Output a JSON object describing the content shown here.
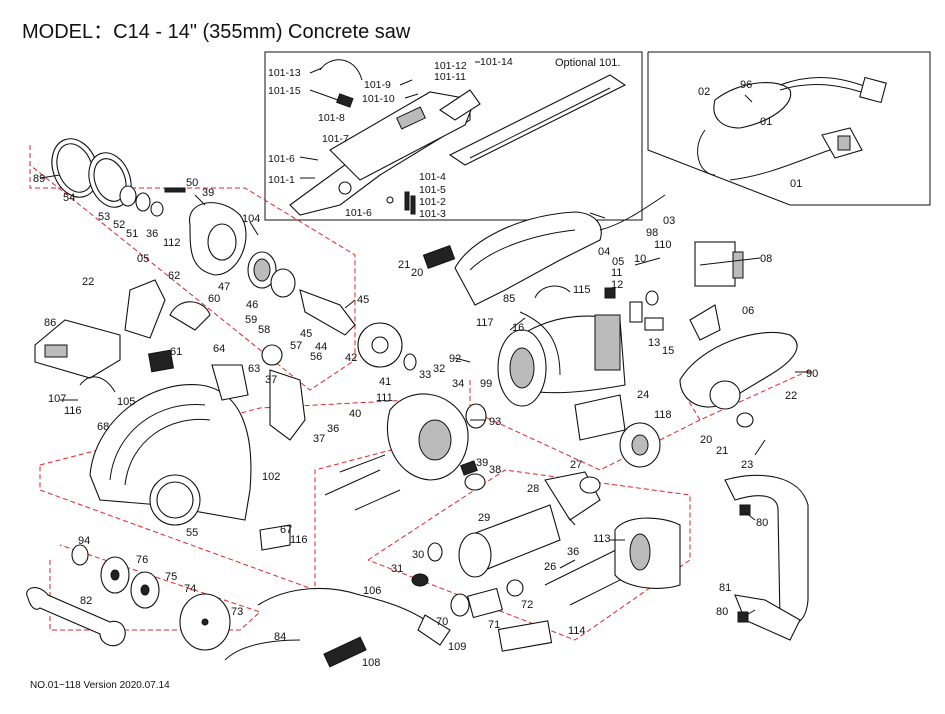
{
  "title": "MODEL：C14 - 14\" (355mm) Concrete saw",
  "version": "NO.01~118  Version 2020.07.14",
  "optional_label": "Optional 101.",
  "parts": [
    {
      "no": "101-13"
    },
    {
      "no": "101-15"
    },
    {
      "no": "101-9"
    },
    {
      "no": "101-10"
    },
    {
      "no": "101-12"
    },
    {
      "no": "101-14"
    },
    {
      "no": "101-11"
    },
    {
      "no": "101-8"
    },
    {
      "no": "101-7"
    },
    {
      "no": "101-6"
    },
    {
      "no": "101-1"
    },
    {
      "no": "101-6b",
      "text": "101-6"
    },
    {
      "no": "101-4"
    },
    {
      "no": "101-5"
    },
    {
      "no": "101-2"
    },
    {
      "no": "101-3"
    },
    {
      "no": "96"
    },
    {
      "no": "02"
    },
    {
      "no": "01a",
      "text": "01"
    },
    {
      "no": "01b",
      "text": "01"
    },
    {
      "no": "89"
    },
    {
      "no": "54"
    },
    {
      "no": "53"
    },
    {
      "no": "52"
    },
    {
      "no": "51"
    },
    {
      "no": "50"
    },
    {
      "no": "39a",
      "text": "39"
    },
    {
      "no": "36a",
      "text": "36"
    },
    {
      "no": "112"
    },
    {
      "no": "104"
    },
    {
      "no": "05a",
      "text": "05"
    },
    {
      "no": "22a",
      "text": "22"
    },
    {
      "no": "62"
    },
    {
      "no": "47"
    },
    {
      "no": "46"
    },
    {
      "no": "45a",
      "text": "45"
    },
    {
      "no": "60"
    },
    {
      "no": "59"
    },
    {
      "no": "58"
    },
    {
      "no": "86"
    },
    {
      "no": "45b",
      "text": "45"
    },
    {
      "no": "44"
    },
    {
      "no": "57"
    },
    {
      "no": "56"
    },
    {
      "no": "61"
    },
    {
      "no": "64"
    },
    {
      "no": "63"
    },
    {
      "no": "37a",
      "text": "37"
    },
    {
      "no": "42"
    },
    {
      "no": "41"
    },
    {
      "no": "33"
    },
    {
      "no": "32"
    },
    {
      "no": "92"
    },
    {
      "no": "34"
    },
    {
      "no": "99"
    },
    {
      "no": "107"
    },
    {
      "no": "116a",
      "text": "116"
    },
    {
      "no": "105"
    },
    {
      "no": "68"
    },
    {
      "no": "111"
    },
    {
      "no": "40"
    },
    {
      "no": "36b",
      "text": "36"
    },
    {
      "no": "37b",
      "text": "37"
    },
    {
      "no": "93"
    },
    {
      "no": "102"
    },
    {
      "no": "39b",
      "text": "39"
    },
    {
      "no": "38"
    },
    {
      "no": "55"
    },
    {
      "no": "67"
    },
    {
      "no": "116b",
      "text": "116"
    },
    {
      "no": "94"
    },
    {
      "no": "76"
    },
    {
      "no": "75"
    },
    {
      "no": "74"
    },
    {
      "no": "73"
    },
    {
      "no": "82"
    },
    {
      "no": "106"
    },
    {
      "no": "84"
    },
    {
      "no": "109"
    },
    {
      "no": "108"
    },
    {
      "no": "21a",
      "text": "21"
    },
    {
      "no": "20a",
      "text": "20"
    },
    {
      "no": "117"
    },
    {
      "no": "03"
    },
    {
      "no": "98"
    },
    {
      "no": "04"
    },
    {
      "no": "05b",
      "text": "05"
    },
    {
      "no": "10"
    },
    {
      "no": "110"
    },
    {
      "no": "08"
    },
    {
      "no": "11"
    },
    {
      "no": "12"
    },
    {
      "no": "115"
    },
    {
      "no": "85"
    },
    {
      "no": "16"
    },
    {
      "no": "06"
    },
    {
      "no": "13"
    },
    {
      "no": "15"
    },
    {
      "no": "90"
    },
    {
      "no": "24"
    },
    {
      "no": "22b",
      "text": "22"
    },
    {
      "no": "118"
    },
    {
      "no": "20b",
      "text": "20"
    },
    {
      "no": "21b",
      "text": "21"
    },
    {
      "no": "23"
    },
    {
      "no": "27"
    },
    {
      "no": "28"
    },
    {
      "no": "29"
    },
    {
      "no": "113"
    },
    {
      "no": "30"
    },
    {
      "no": "31"
    },
    {
      "no": "36c",
      "text": "36"
    },
    {
      "no": "26"
    },
    {
      "no": "72"
    },
    {
      "no": "71"
    },
    {
      "no": "70"
    },
    {
      "no": "114"
    },
    {
      "no": "80a",
      "text": "80"
    },
    {
      "no": "81"
    },
    {
      "no": "80b",
      "text": "80"
    }
  ],
  "colors": {
    "leader": "#111111",
    "group_outline": "#e0262a",
    "ink": "#111111"
  }
}
